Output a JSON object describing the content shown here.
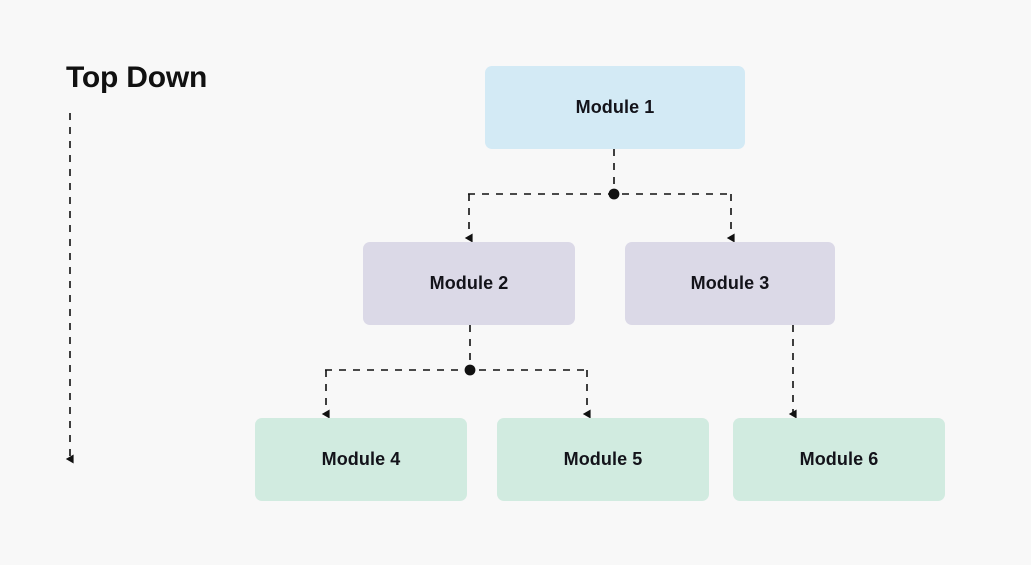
{
  "diagram": {
    "title": "Top Down",
    "background_color": "#f8f8f8",
    "connector_color": "#111111",
    "nodes": [
      {
        "id": "module1",
        "label": "Module 1",
        "level": 1,
        "fill": "#d3eaf5"
      },
      {
        "id": "module2",
        "label": "Module 2",
        "level": 2,
        "fill": "#dbd9e7"
      },
      {
        "id": "module3",
        "label": "Module 3",
        "level": 2,
        "fill": "#dbd9e7"
      },
      {
        "id": "module4",
        "label": "Module 4",
        "level": 3,
        "fill": "#d1ebe0"
      },
      {
        "id": "module5",
        "label": "Module 5",
        "level": 3,
        "fill": "#d1ebe0"
      },
      {
        "id": "module6",
        "label": "Module 6",
        "level": 3,
        "fill": "#d1ebe0"
      }
    ],
    "edges": [
      {
        "from": "module1",
        "to": "module2",
        "style": "dashed",
        "arrow": true
      },
      {
        "from": "module1",
        "to": "module3",
        "style": "dashed",
        "arrow": true
      },
      {
        "from": "module2",
        "to": "module4",
        "style": "dashed",
        "arrow": true
      },
      {
        "from": "module2",
        "to": "module5",
        "style": "dashed",
        "arrow": true
      },
      {
        "from": "module3",
        "to": "module6",
        "style": "dashed",
        "arrow": true
      }
    ],
    "direction_arrow": {
      "name": "top-down-direction-arrow",
      "style": "dashed",
      "orientation": "vertical-down"
    }
  }
}
